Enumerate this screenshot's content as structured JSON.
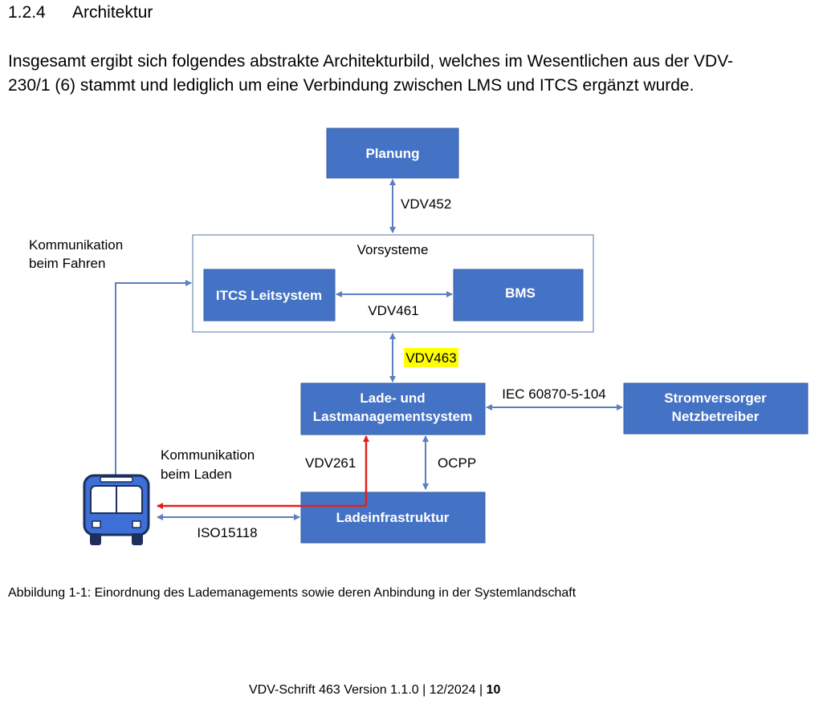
{
  "section": {
    "number": "1.2.4",
    "title": "Architektur"
  },
  "intro_line1": "Insgesamt ergibt sich folgendes abstrakte Architekturbild, welches im Wesentlichen aus der VDV-",
  "intro_line2": "230/1 (6) stammt und lediglich um eine Verbindung zwischen LMS und ITCS ergänzt wurde.",
  "diagram": {
    "planung": "Planung",
    "vdv452": "VDV452",
    "vorsysteme": "Vorsysteme",
    "itcs": "ITCS Leitsystem",
    "bms": "BMS",
    "vdv461": "VDV461",
    "vdv463": "VDV463",
    "lms_line1": "Lade- und",
    "lms_line2": "Lastmanagementsystem",
    "iec": "IEC 60870-5-104",
    "strom_line1": "Stromversorger",
    "strom_line2": "Netzbetreiber",
    "komm_fahren_line1": "Kommunikation",
    "komm_fahren_line2": "beim Fahren",
    "komm_laden_line1": "Kommunikation",
    "komm_laden_line2": "beim Laden",
    "vdv261": "VDV261",
    "ocpp": "OCPP",
    "lade_infra": "Ladeinfrastruktur",
    "iso": "ISO15118",
    "colors": {
      "box": "#4472c4",
      "arrow": "#5b7fc0",
      "red": "#e0201c",
      "highlight": "#ffff00"
    }
  },
  "caption": "Abbildung 1-1: Einordnung des Lademanagements sowie deren Anbindung in der Systemlandschaft",
  "footer": {
    "text": "VDV-Schrift 463 Version 1.1.0 | 12/2024 |",
    "page": "10"
  }
}
